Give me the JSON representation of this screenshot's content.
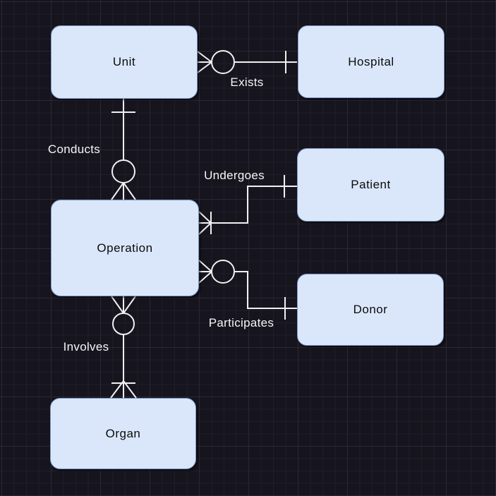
{
  "diagram": {
    "notation": "crows-foot",
    "entities": [
      {
        "id": "unit",
        "label": "Unit"
      },
      {
        "id": "hospital",
        "label": "Hospital"
      },
      {
        "id": "patient",
        "label": "Patient"
      },
      {
        "id": "operation",
        "label": "Operation"
      },
      {
        "id": "donor",
        "label": "Donor"
      },
      {
        "id": "organ",
        "label": "Organ"
      }
    ],
    "relationships": [
      {
        "label": "Exists",
        "from": "Unit",
        "to": "Hospital",
        "from_cardinality": "zero-or-many",
        "to_cardinality": "one"
      },
      {
        "label": "Conducts",
        "from": "Unit",
        "to": "Operation",
        "from_cardinality": "one",
        "to_cardinality": "zero-or-many"
      },
      {
        "label": "Undergoes",
        "from": "Operation",
        "to": "Patient",
        "from_cardinality": "one-or-many",
        "to_cardinality": "one"
      },
      {
        "label": "Participates",
        "from": "Operation",
        "to": "Donor",
        "from_cardinality": "zero-or-many",
        "to_cardinality": "one"
      },
      {
        "label": "Involves",
        "from": "Operation",
        "to": "Organ",
        "from_cardinality": "zero-or-many",
        "to_cardinality": "one-or-many"
      }
    ],
    "colors": {
      "canvas_background": "#16141d",
      "grid_minor": "#201e2a",
      "grid_major": "#2a2836",
      "entity_fill": "#dae7fa",
      "entity_border": "#8099c7",
      "entity_text": "#0b0b0b",
      "connector": "#f0f0f0",
      "relationship_label_text": "#f5f5f5"
    }
  }
}
